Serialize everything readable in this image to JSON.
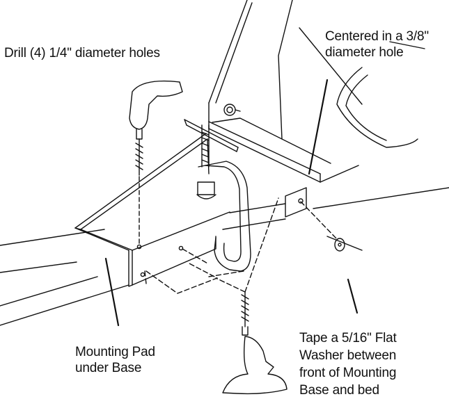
{
  "labels": {
    "drill_holes": [
      "Drill (4) 1/4\" diameter holes"
    ],
    "centered_hole": [
      "Centered in a 3/8\"",
      "diameter hole"
    ],
    "mounting_pad": [
      "Mounting Pad",
      "under Base"
    ],
    "washer_note": [
      "Tape a 5/16\" Flat",
      "Washer between",
      "front of Mounting",
      "Base and bed"
    ]
  },
  "colors": {
    "ink": "#111111",
    "paper": "#ffffff"
  },
  "icons": [
    "drill-icon",
    "drill-icon",
    "c-clamp-icon",
    "flat-washer-icon"
  ]
}
